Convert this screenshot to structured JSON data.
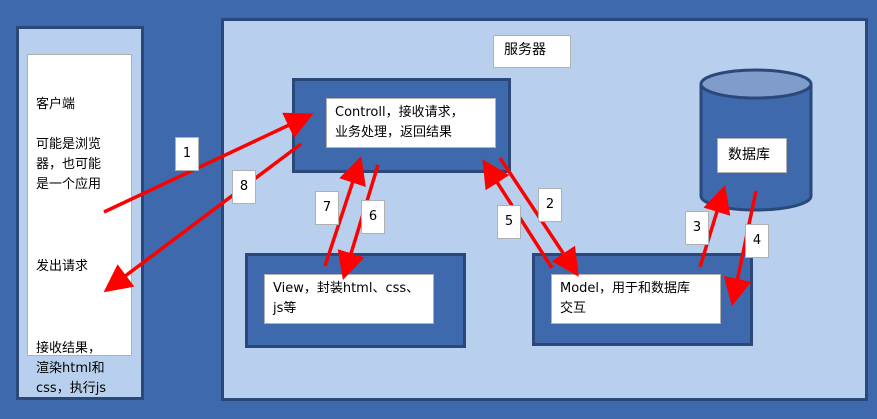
{
  "client": {
    "title": "客户端",
    "desc": "可能是浏览\n器，也可能\n是一个应用",
    "send": "发出请求",
    "receive": "接收结果，\n渲染html和\ncss，执行js"
  },
  "server": {
    "title": "服务器",
    "controller": "Controll，接收请求，\n业务处理，返回结果",
    "view": "View，封装html、css、\njs等",
    "model": "Model，用于和数据库\n交互",
    "database": "数据库"
  },
  "steps": [
    "1",
    "2",
    "3",
    "4",
    "5",
    "6",
    "7",
    "8"
  ],
  "colors": {
    "background": "#3f69ad",
    "panel": "#b9cfee",
    "border": "#2a4878",
    "arrow": "#ff0000",
    "cylinder_top": "#7f9ccb"
  }
}
